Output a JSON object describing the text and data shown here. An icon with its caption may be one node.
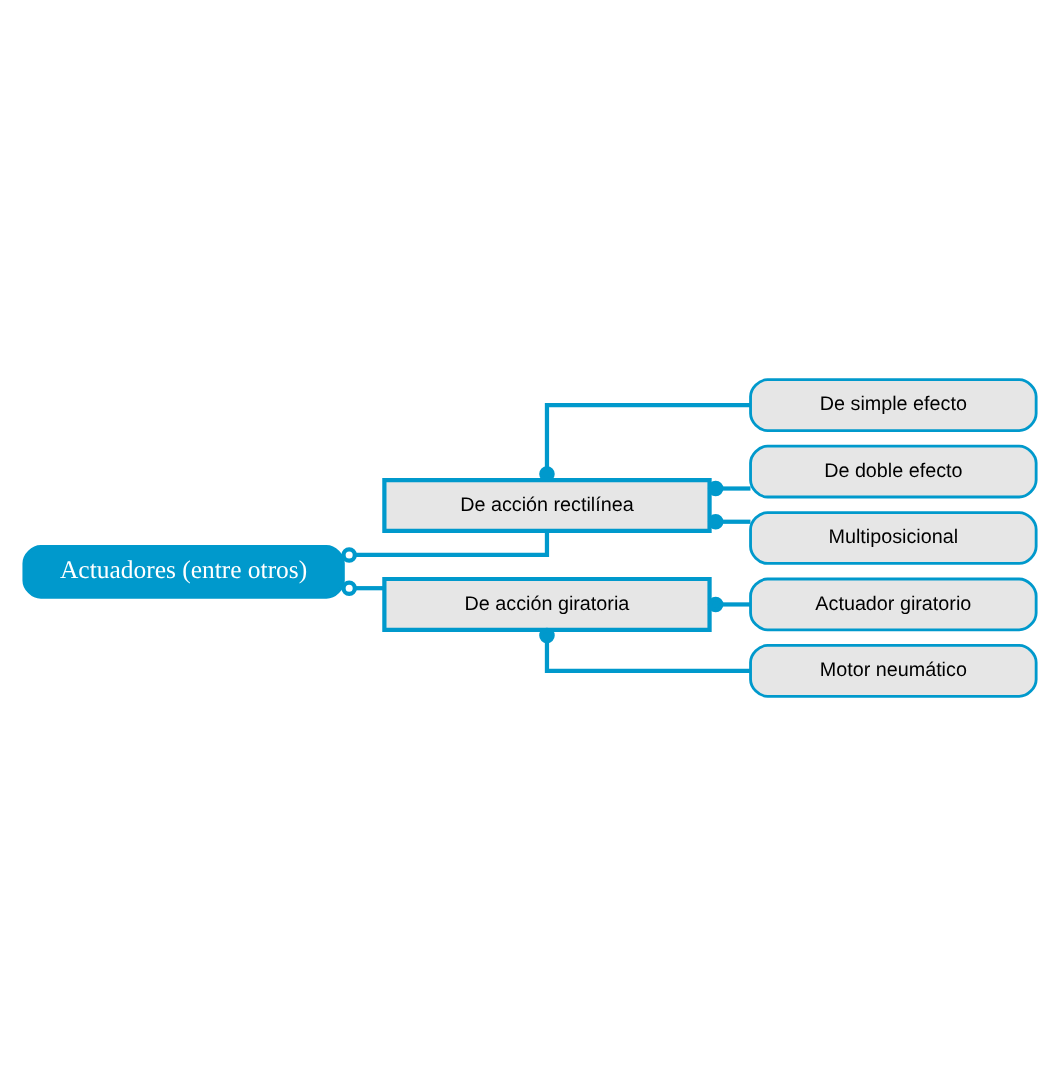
{
  "diagram": {
    "nodes": [
      {
        "text": [
          "Actuadores (entre otros)"
        ]
      },
      {
        "text": [
          "De acción rectilínea"
        ]
      },
      {
        "text": [
          "De simple efecto"
        ]
      },
      {
        "text": [
          "De doble efecto"
        ]
      },
      {
        "text": [
          "Multiposicional"
        ]
      },
      {
        "text": [
          "De acción giratoria"
        ]
      },
      {
        "text": [
          "Actuador giratorio"
        ]
      },
      {
        "text": [
          "Motor neumático"
        ]
      }
    ],
    "edges": [
      {
        "from": 0,
        "to": 1,
        "arrow": "other"
      },
      {
        "from": 1,
        "to": 2,
        "arrow": "other"
      },
      {
        "from": 1,
        "to": 3,
        "arrow": "other"
      },
      {
        "from": 1,
        "to": 4,
        "arrow": "other"
      },
      {
        "from": 0,
        "to": 5,
        "arrow": "other"
      },
      {
        "from": 5,
        "to": 6,
        "arrow": "other"
      },
      {
        "from": 5,
        "to": 7,
        "arrow": "other"
      }
    ]
  }
}
